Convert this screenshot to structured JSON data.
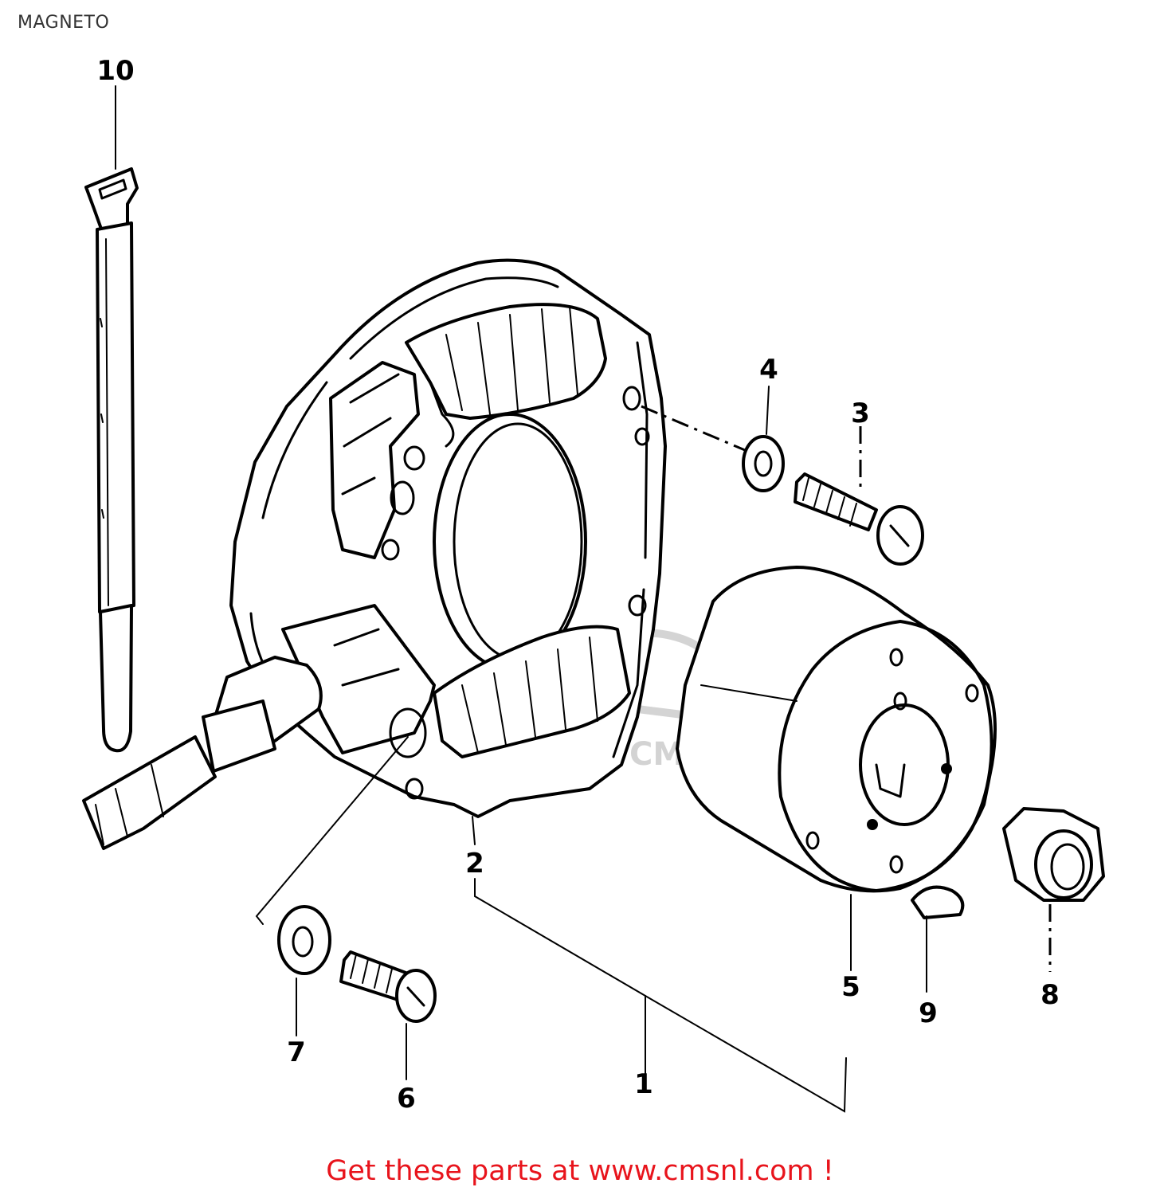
{
  "title": "MAGNETO",
  "callouts": {
    "n1": "1",
    "n2": "2",
    "n3": "3",
    "n4": "4",
    "n5": "5",
    "n6": "6",
    "n7": "7",
    "n8": "8",
    "n9": "9",
    "n10": "10"
  },
  "watermark": {
    "text": "CMSNL.COM"
  },
  "footer": {
    "text": "Get these parts at www.cmsnl.com !"
  }
}
